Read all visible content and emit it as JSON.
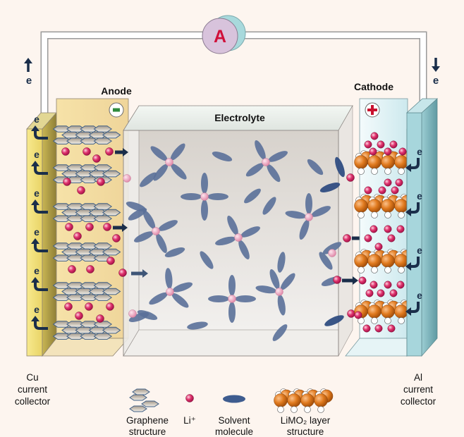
{
  "title": "Lithium-ion battery schematic",
  "ammeter": {
    "symbol": "A"
  },
  "electron_symbol": "e",
  "labels": {
    "anode": "Anode",
    "cathode": "Cathode",
    "electrolyte": "Electrolyte",
    "anode_sign": "-",
    "cathode_sign": "+"
  },
  "collectors": {
    "left": {
      "lines": [
        "Cu",
        "current",
        "collector"
      ]
    },
    "right": {
      "lines": [
        "Al",
        "current",
        "collector"
      ]
    }
  },
  "legend": [
    {
      "key": "graphene",
      "lines": [
        "Graphene",
        "structure"
      ]
    },
    {
      "key": "li-ion",
      "lines": [
        "Li⁺"
      ]
    },
    {
      "key": "solvent",
      "lines": [
        "Solvent",
        "molecule"
      ]
    },
    {
      "key": "limo2",
      "lines": [
        "LiMO₂ layer",
        "structure"
      ]
    }
  ],
  "colors": {
    "background": "#fdf5ef",
    "wire": "#ffffff",
    "cu_collector": "#f4e27a",
    "anode": "#f3dca2",
    "electrolyte": "#e8e4e0",
    "cathode": "#d9eef1",
    "al_collector": "#a7d6dc",
    "li_ion": "#e0356e",
    "solvent": "#5a7099",
    "metal_atom": "#e07a1e",
    "oxygen_atom": "#ffffff",
    "ammeter_front": "#d8c3dc",
    "ammeter_back": "#a8d9dc",
    "ammeter_text": "#d0103a",
    "arrow": "#1a2e4a",
    "minus_sign": "#2e8b3d",
    "plus_sign": "#c8102e"
  }
}
